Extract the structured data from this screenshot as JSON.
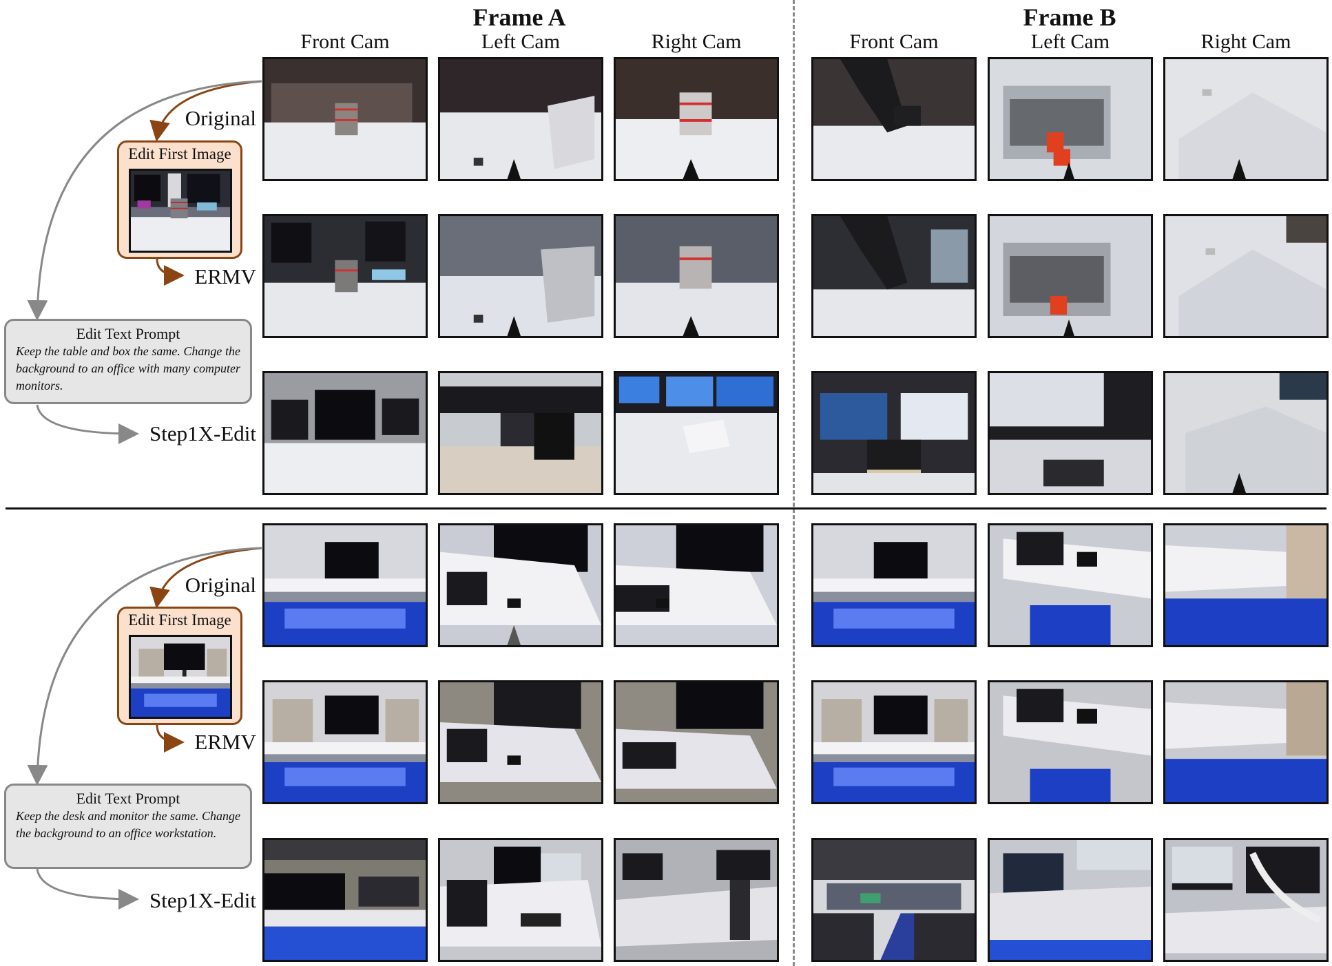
{
  "frames": [
    {
      "title": "Frame A",
      "cams": [
        "Front Cam",
        "Left Cam",
        "Right Cam"
      ]
    },
    {
      "title": "Frame B",
      "cams": [
        "Front Cam",
        "Left Cam",
        "Right Cam"
      ]
    }
  ],
  "panels": [
    {
      "row_labels": {
        "original": "Original",
        "ermv": "ERMV",
        "step1x": "Step1X-Edit"
      },
      "edit_first_image_label": "Edit First Image",
      "prompt_title": "Edit Text Prompt",
      "prompt_text": "Keep the table and box the same. Change the background to an office with many computer monitors."
    },
    {
      "row_labels": {
        "original": "Original",
        "ermv": "ERMV",
        "step1x": "Step1X-Edit"
      },
      "edit_first_image_label": "Edit First Image",
      "prompt_title": "Edit Text Prompt",
      "prompt_text": "Keep the desk and monitor the same. Change the background to an office workstation."
    }
  ],
  "colors": {
    "edit_arrow": "#8b4513",
    "prompt_arrow": "#888888",
    "edit_box_fill": "#fbe1cd",
    "prompt_box_fill": "#e6e6e6"
  }
}
